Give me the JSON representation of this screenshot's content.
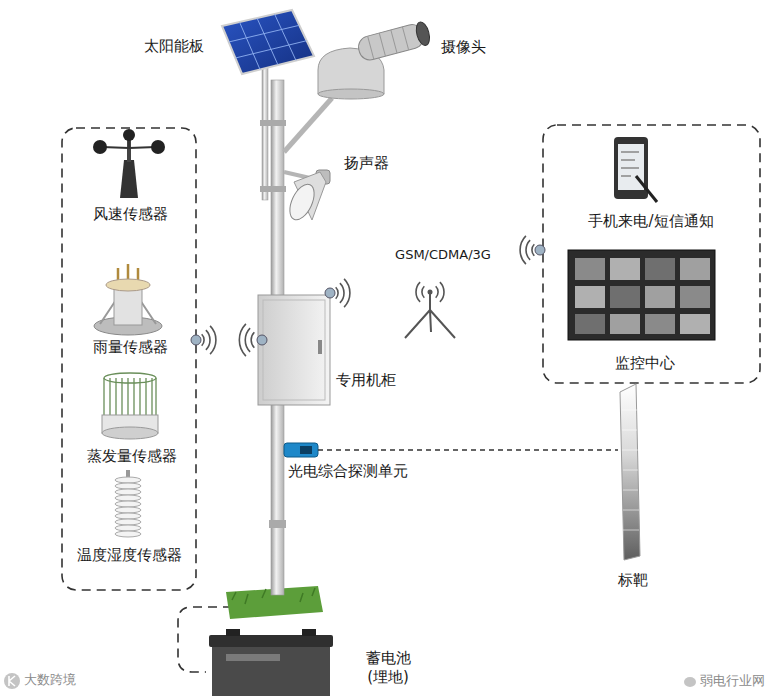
{
  "diagram": {
    "nodes": [
      {
        "text": [
          "太阳能板"
        ]
      },
      {
        "text": [
          "摄像头"
        ]
      },
      {
        "text": [
          "扬声器"
        ]
      },
      {
        "text": [
          "风速传感器"
        ]
      },
      {
        "text": [
          "雨量传感器"
        ]
      },
      {
        "text": [
          "蒸发量传感器"
        ]
      },
      {
        "text": [
          "温度湿度传感器"
        ]
      },
      {
        "text": [
          "专用机柜"
        ]
      },
      {
        "text": [
          "GSM/CDMA/3G"
        ]
      },
      {
        "text": [
          "手机来电/短信通知"
        ]
      },
      {
        "text": [
          "监控中心"
        ]
      },
      {
        "text": [
          "光电综合探测单元"
        ]
      },
      {
        "text": [
          "标靶"
        ]
      },
      {
        "text": [
          "蓄电池",
          "(埋地)"
        ]
      }
    ],
    "edges": [
      {
        "from": 11,
        "to": 12,
        "arrow": "none"
      }
    ],
    "labels": [
      "大数跨境",
      "弱电行业网"
    ]
  }
}
